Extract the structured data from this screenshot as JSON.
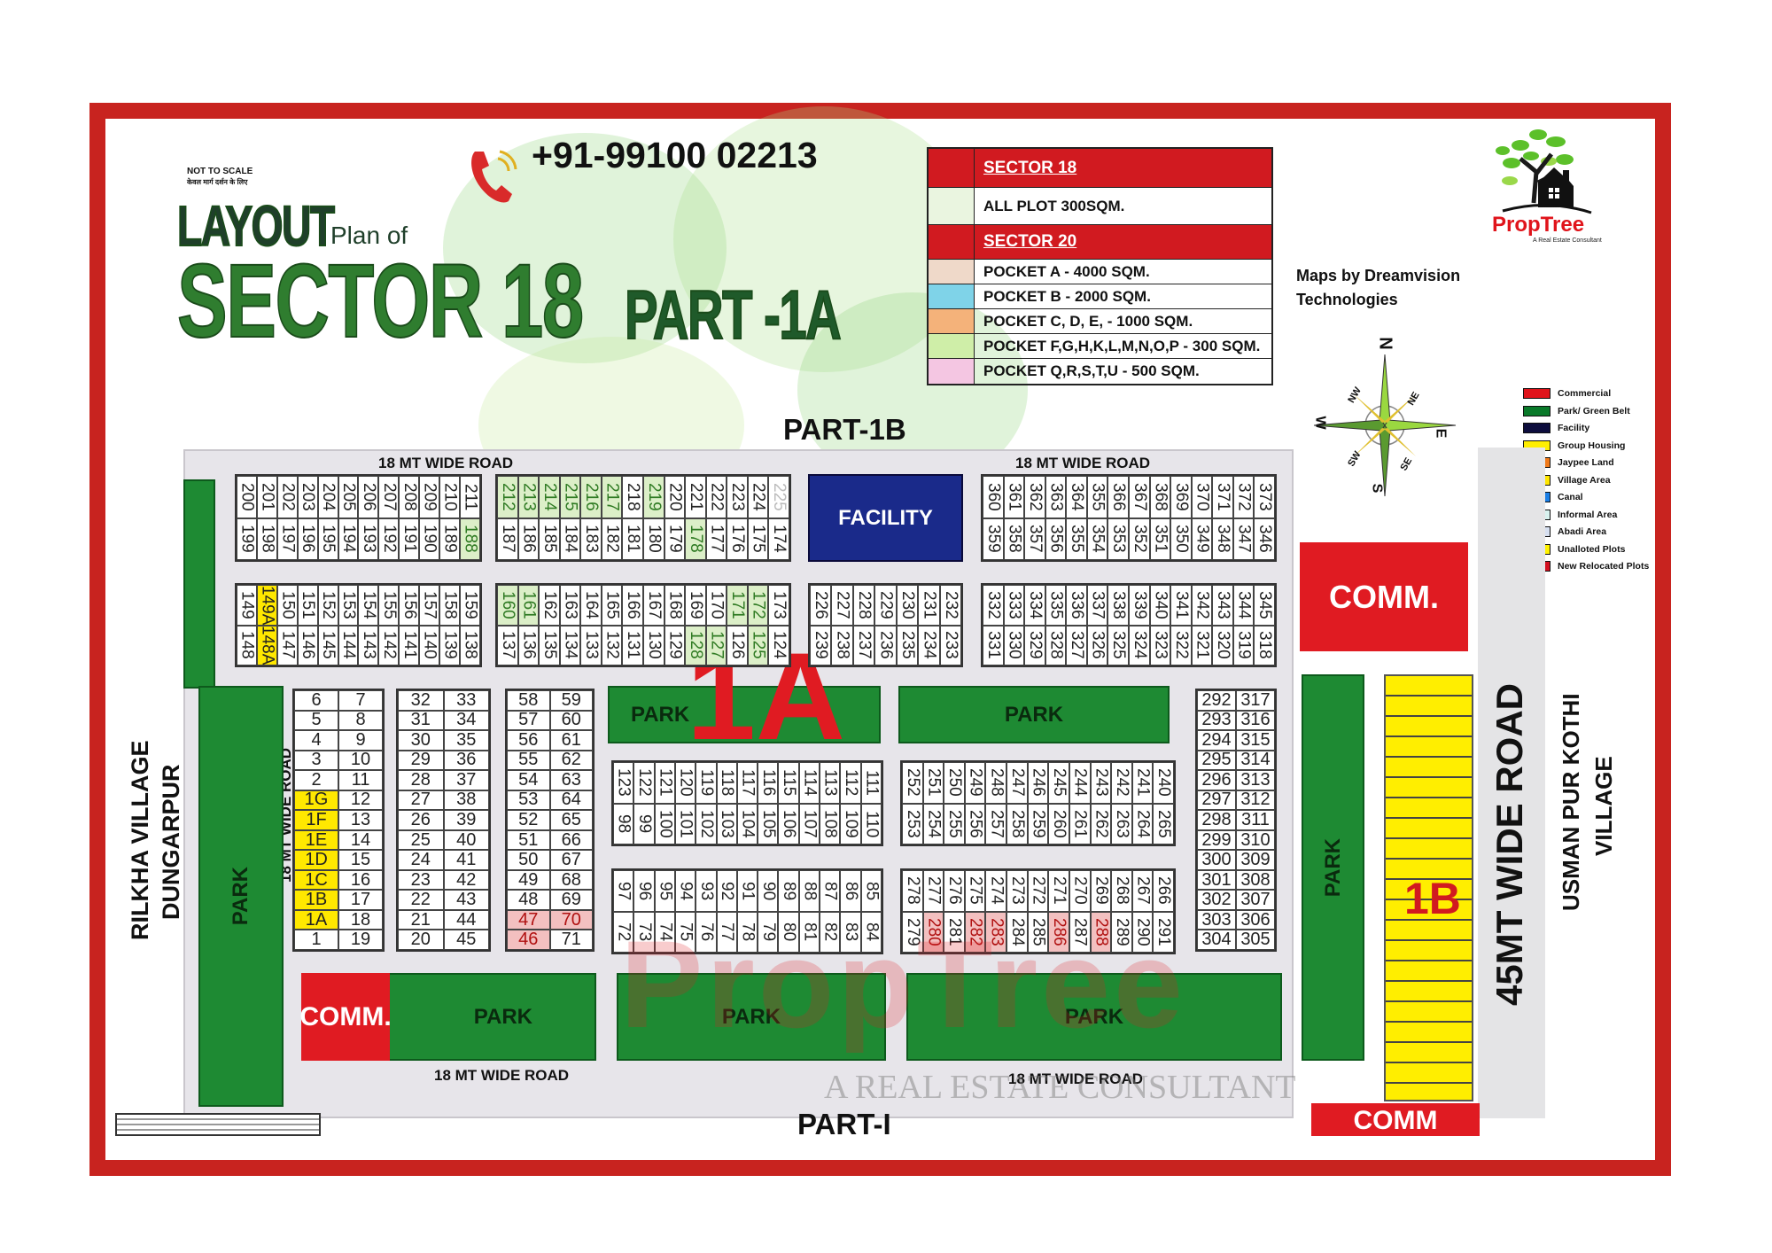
{
  "header": {
    "not_to_scale": "NOT TO SCALE",
    "not_to_scale_hindi": "केवल मार्ग दर्शन के लिए",
    "phone": "+91-99100 02213",
    "title_layout": "LAYOUT",
    "title_plan_of": "Plan of",
    "title_sector": "SECTOR 18",
    "title_part": "PART -1A",
    "credit": "Maps by Dreamvision Technologies"
  },
  "logo": {
    "name": "PropTree",
    "tagline": "A Real Estate Consultant"
  },
  "sector_table": {
    "sector18_header": "SECTOR 18",
    "sector18_rows": [
      "ALL PLOT  300SQM."
    ],
    "sector20_header": "SECTOR 20",
    "sector20_rows": [
      {
        "label": "POCKET A   -  4000 SQM.",
        "color": "#efd9c9"
      },
      {
        "label": "POCKET B   -  2000 SQM.",
        "color": "#7fd3e8"
      },
      {
        "label": "POCKET C, D, E, - 1000 SQM.",
        "color": "#f4b27a"
      },
      {
        "label": "POCKET   F,G,H,K,L,M,N,O,P  -  300 SQM.",
        "color": "#cfeea8"
      },
      {
        "label": "POCKET Q,R,S,T,U   -  500 SQM.",
        "color": "#f4c6e2"
      }
    ]
  },
  "compass": {
    "n": "N",
    "s": "S",
    "e": "E",
    "w": "W",
    "ne": "NE",
    "nw": "NW",
    "se": "SE",
    "sw": "SW"
  },
  "legend": [
    {
      "label": "Commercial",
      "color": "#e0141b"
    },
    {
      "label": "Park/ Green Belt",
      "color": "#0a7a2a"
    },
    {
      "label": "Facility",
      "color": "#0d0d3d"
    },
    {
      "label": "Group Housing",
      "color": "#ffee00"
    },
    {
      "label": "Jaypee Land",
      "color": "#f07a1a"
    },
    {
      "label": "Village Area",
      "color": "#ffe600"
    },
    {
      "label": "Canal",
      "color": "#1a7fe6"
    },
    {
      "label": "Informal Area",
      "color": "#d8f2ef"
    },
    {
      "label": "Abadi Area",
      "color": "#d6dff0"
    },
    {
      "label": "Unalloted Plots",
      "color": "#fff200"
    },
    {
      "label": "New Relocated Plots",
      "color": "#d41020"
    }
  ],
  "map": {
    "part_1b": "PART-1B",
    "part_1": "PART-I",
    "road_18mt": "18 MT WIDE  ROAD",
    "road_45mt": "45MT WIDE ROAD",
    "facility": "FACILITY",
    "park": "PARK",
    "comm": "COMM.",
    "comm_bottom": "COMM",
    "zone_1a": "1A",
    "zone_1b": "1B",
    "village_left": [
      "RILKHA VILLAGE",
      "DUNGARPUR"
    ],
    "village_right": [
      "USMAN PUR KOTHI",
      "VILLAGE"
    ],
    "watermark": "PropTree",
    "watermark_tagline": "A REAL ESTATE CONSULTANT"
  },
  "plot_blocks": {
    "r1a": {
      "top": [
        "200",
        "201",
        "202",
        "203",
        "204",
        "205",
        "206",
        "207",
        "208",
        "209",
        "210",
        "211"
      ],
      "bottom": [
        "199",
        "198",
        "197",
        "196",
        "195",
        "194",
        "193",
        "192",
        "191",
        "190",
        "189",
        "188"
      ]
    },
    "r1b": {
      "top": [
        "212",
        "213",
        "214",
        "215",
        "216",
        "217",
        "218",
        "219",
        "220",
        "221",
        "222",
        "223",
        "224",
        "225"
      ],
      "bottom": [
        "187",
        "186",
        "185",
        "184",
        "183",
        "182",
        "181",
        "180",
        "179",
        "178",
        "177",
        "176",
        "175",
        "174"
      ]
    },
    "r1c": {
      "top": [
        "360",
        "361",
        "362",
        "363",
        "364",
        "355",
        "366",
        "367",
        "368",
        "369",
        "370",
        "371",
        "372",
        "373"
      ],
      "bottom": [
        "359",
        "358",
        "357",
        "356",
        "355",
        "354",
        "353",
        "352",
        "351",
        "350",
        "349",
        "348",
        "347",
        "346"
      ]
    },
    "r2a": {
      "top": [
        "149",
        "149A",
        "150",
        "151",
        "152",
        "153",
        "154",
        "155",
        "156",
        "157",
        "158",
        "159"
      ],
      "bottom": [
        "148",
        "148A",
        "147",
        "146",
        "145",
        "144",
        "143",
        "142",
        "141",
        "140",
        "139",
        "138"
      ]
    },
    "r2b": {
      "top": [
        "160",
        "161",
        "162",
        "163",
        "164",
        "165",
        "166",
        "167",
        "168",
        "169",
        "170",
        "171",
        "172",
        "173"
      ],
      "bottom": [
        "137",
        "136",
        "135",
        "134",
        "133",
        "132",
        "131",
        "130",
        "129",
        "128",
        "127",
        "126",
        "125",
        "124"
      ]
    },
    "r2c": {
      "top": [
        "226",
        "227",
        "228",
        "229",
        "230",
        "231",
        "232"
      ],
      "bottom": [
        "239",
        "238",
        "237",
        "236",
        "235",
        "234",
        "233"
      ]
    },
    "r2d": {
      "top": [
        "332",
        "333",
        "334",
        "335",
        "336",
        "337",
        "338",
        "339",
        "340",
        "341",
        "342",
        "343",
        "344",
        "345"
      ],
      "bottom": [
        "331",
        "330",
        "329",
        "328",
        "327",
        "326",
        "325",
        "324",
        "323",
        "322",
        "321",
        "320",
        "319",
        "318"
      ]
    },
    "c1": {
      "left": [
        "6",
        "5",
        "4",
        "3",
        "2",
        "1G",
        "1F",
        "1E",
        "1D",
        "1C",
        "1B",
        "1A",
        "1"
      ],
      "right": [
        "7",
        "8",
        "9",
        "10",
        "11",
        "12",
        "13",
        "14",
        "15",
        "16",
        "17",
        "18",
        "19"
      ]
    },
    "c2": {
      "left": [
        "32",
        "31",
        "30",
        "29",
        "28",
        "27",
        "26",
        "25",
        "24",
        "23",
        "22",
        "21",
        "20"
      ],
      "right": [
        "33",
        "34",
        "35",
        "36",
        "37",
        "38",
        "39",
        "40",
        "41",
        "42",
        "43",
        "44",
        "45"
      ]
    },
    "c3": {
      "left": [
        "58",
        "57",
        "56",
        "55",
        "54",
        "53",
        "52",
        "51",
        "50",
        "49",
        "48",
        "47",
        "46"
      ],
      "right": [
        "59",
        "60",
        "61",
        "62",
        "63",
        "64",
        "65",
        "66",
        "67",
        "68",
        "69",
        "70",
        "71"
      ]
    },
    "r3a": {
      "top": [
        "123",
        "122",
        "121",
        "120",
        "119",
        "118",
        "117",
        "116",
        "115",
        "114",
        "113",
        "112",
        "111"
      ],
      "bottom": [
        "98",
        "99",
        "100",
        "101",
        "102",
        "103",
        "104",
        "105",
        "106",
        "107",
        "108",
        "109",
        "110"
      ]
    },
    "r3b": {
      "top": [
        "252",
        "251",
        "250",
        "249",
        "248",
        "247",
        "246",
        "245",
        "244",
        "243",
        "242",
        "241",
        "240"
      ],
      "bottom": [
        "253",
        "254",
        "255",
        "256",
        "257",
        "258",
        "259",
        "260",
        "261",
        "262",
        "263",
        "264",
        "265"
      ]
    },
    "r4a": {
      "top": [
        "97",
        "96",
        "95",
        "94",
        "93",
        "92",
        "91",
        "90",
        "89",
        "88",
        "87",
        "86",
        "85"
      ],
      "bottom": [
        "72",
        "73",
        "74",
        "75",
        "76",
        "77",
        "78",
        "79",
        "80",
        "81",
        "82",
        "83",
        "84"
      ]
    },
    "r4b": {
      "top": [
        "278",
        "277",
        "276",
        "275",
        "274",
        "273",
        "272",
        "271",
        "270",
        "269",
        "268",
        "267",
        "266"
      ],
      "bottom": [
        "279",
        "280",
        "281",
        "282",
        "283",
        "284",
        "285",
        "286",
        "287",
        "288",
        "289",
        "290",
        "291"
      ]
    },
    "c4": {
      "left": [
        "292",
        "293",
        "294",
        "295",
        "296",
        "297",
        "298",
        "299",
        "300",
        "301",
        "302",
        "303",
        "304"
      ],
      "right": [
        "317",
        "316",
        "315",
        "314",
        "313",
        "312",
        "311",
        "310",
        "309",
        "308",
        "307",
        "306",
        "305"
      ]
    }
  },
  "highlight": {
    "unalloted": [
      "149A",
      "148A",
      "1G",
      "1F",
      "1E",
      "1D",
      "1C",
      "1B",
      "1A"
    ],
    "relocated": [
      "46",
      "47",
      "70",
      "280",
      "282",
      "283",
      "286",
      "288"
    ],
    "tinted": [
      "212",
      "213",
      "214",
      "215",
      "216",
      "217",
      "219",
      "188",
      "178",
      "160",
      "161",
      "171",
      "172",
      "125",
      "127",
      "128"
    ]
  }
}
